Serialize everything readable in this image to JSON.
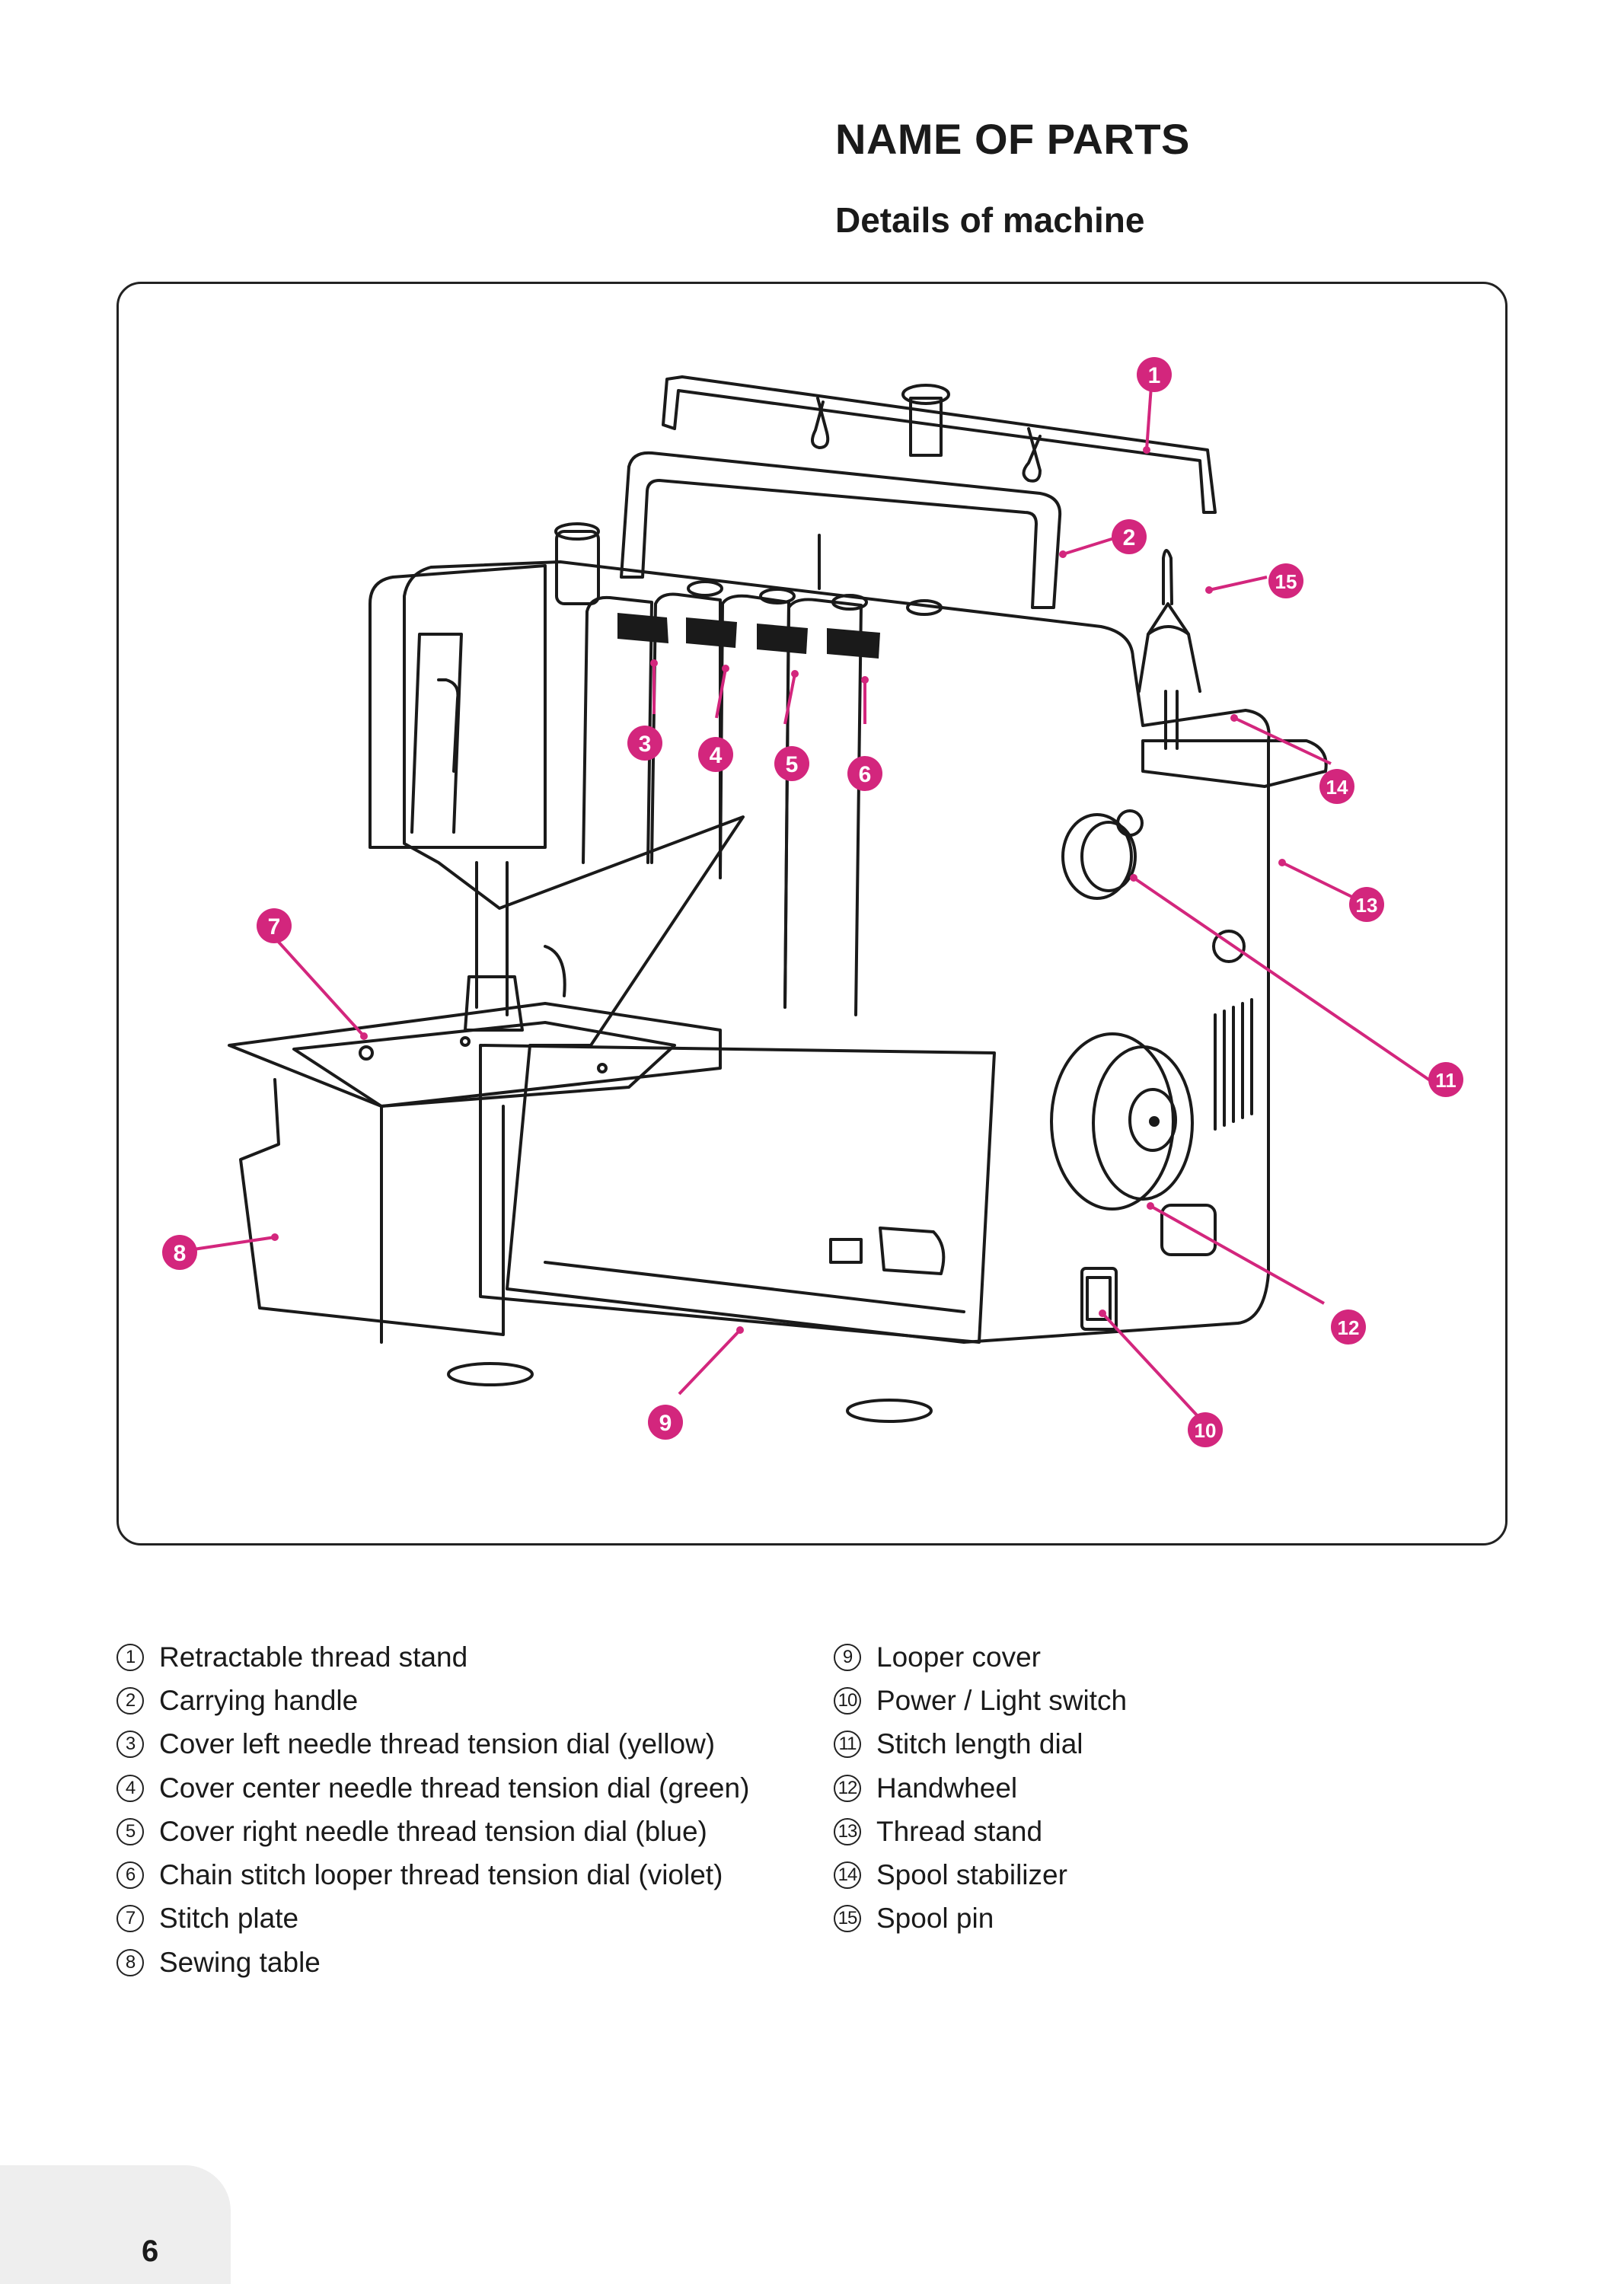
{
  "heading": "NAME OF PARTS",
  "subheading": "Details of machine",
  "accent_color": "#d3267d",
  "callouts": [
    "1",
    "2",
    "3",
    "4",
    "5",
    "6",
    "7",
    "8",
    "9",
    "10",
    "11",
    "12",
    "13",
    "14",
    "15"
  ],
  "parts_left": [
    {
      "num": "1",
      "label": "Retractable thread stand"
    },
    {
      "num": "2",
      "label": "Carrying handle"
    },
    {
      "num": "3",
      "label": "Cover left needle thread tension dial (yellow)"
    },
    {
      "num": "4",
      "label": "Cover center needle thread tension dial (green)"
    },
    {
      "num": "5",
      "label": "Cover right needle thread tension dial (blue)"
    },
    {
      "num": "6",
      "label": "Chain stitch looper thread tension dial (violet)"
    },
    {
      "num": "7",
      "label": "Stitch plate"
    },
    {
      "num": "8",
      "label": "Sewing table"
    }
  ],
  "parts_right": [
    {
      "num": "9",
      "label": "Looper cover"
    },
    {
      "num": "10",
      "label": "Power / Light switch"
    },
    {
      "num": "11",
      "label": "Stitch length dial"
    },
    {
      "num": "12",
      "label": "Handwheel"
    },
    {
      "num": "13",
      "label": "Thread stand"
    },
    {
      "num": "14",
      "label": "Spool stabilizer"
    },
    {
      "num": "15",
      "label": "Spool pin"
    }
  ],
  "page_number": "6"
}
